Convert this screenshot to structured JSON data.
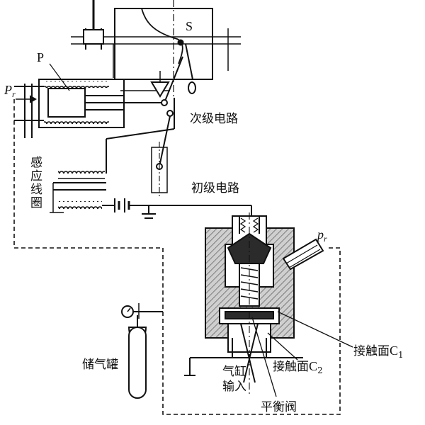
{
  "labels": {
    "magneto": "S",
    "spring_p": "P",
    "pressure_left": "P",
    "pressure_left_sub": "r",
    "pressure_right": "p",
    "pressure_right_sub": "r",
    "secondary_circuit": "次级电路",
    "primary_circuit": "初级电路",
    "induction_coil": "感应线圈",
    "gas_tank": "储气罐",
    "contact_c1": "接触面",
    "contact_c1_sub": "1",
    "contact_c2": "接触面",
    "contact_c2_sub": "2",
    "contact_letter": "C",
    "cylinder_input": "气缸输入",
    "balance_valve": "平衡阀"
  },
  "colors": {
    "ink": "#111111",
    "hatch": "#9a9a9a",
    "dark_fill": "#2b2b2b",
    "background": "#ffffff"
  }
}
